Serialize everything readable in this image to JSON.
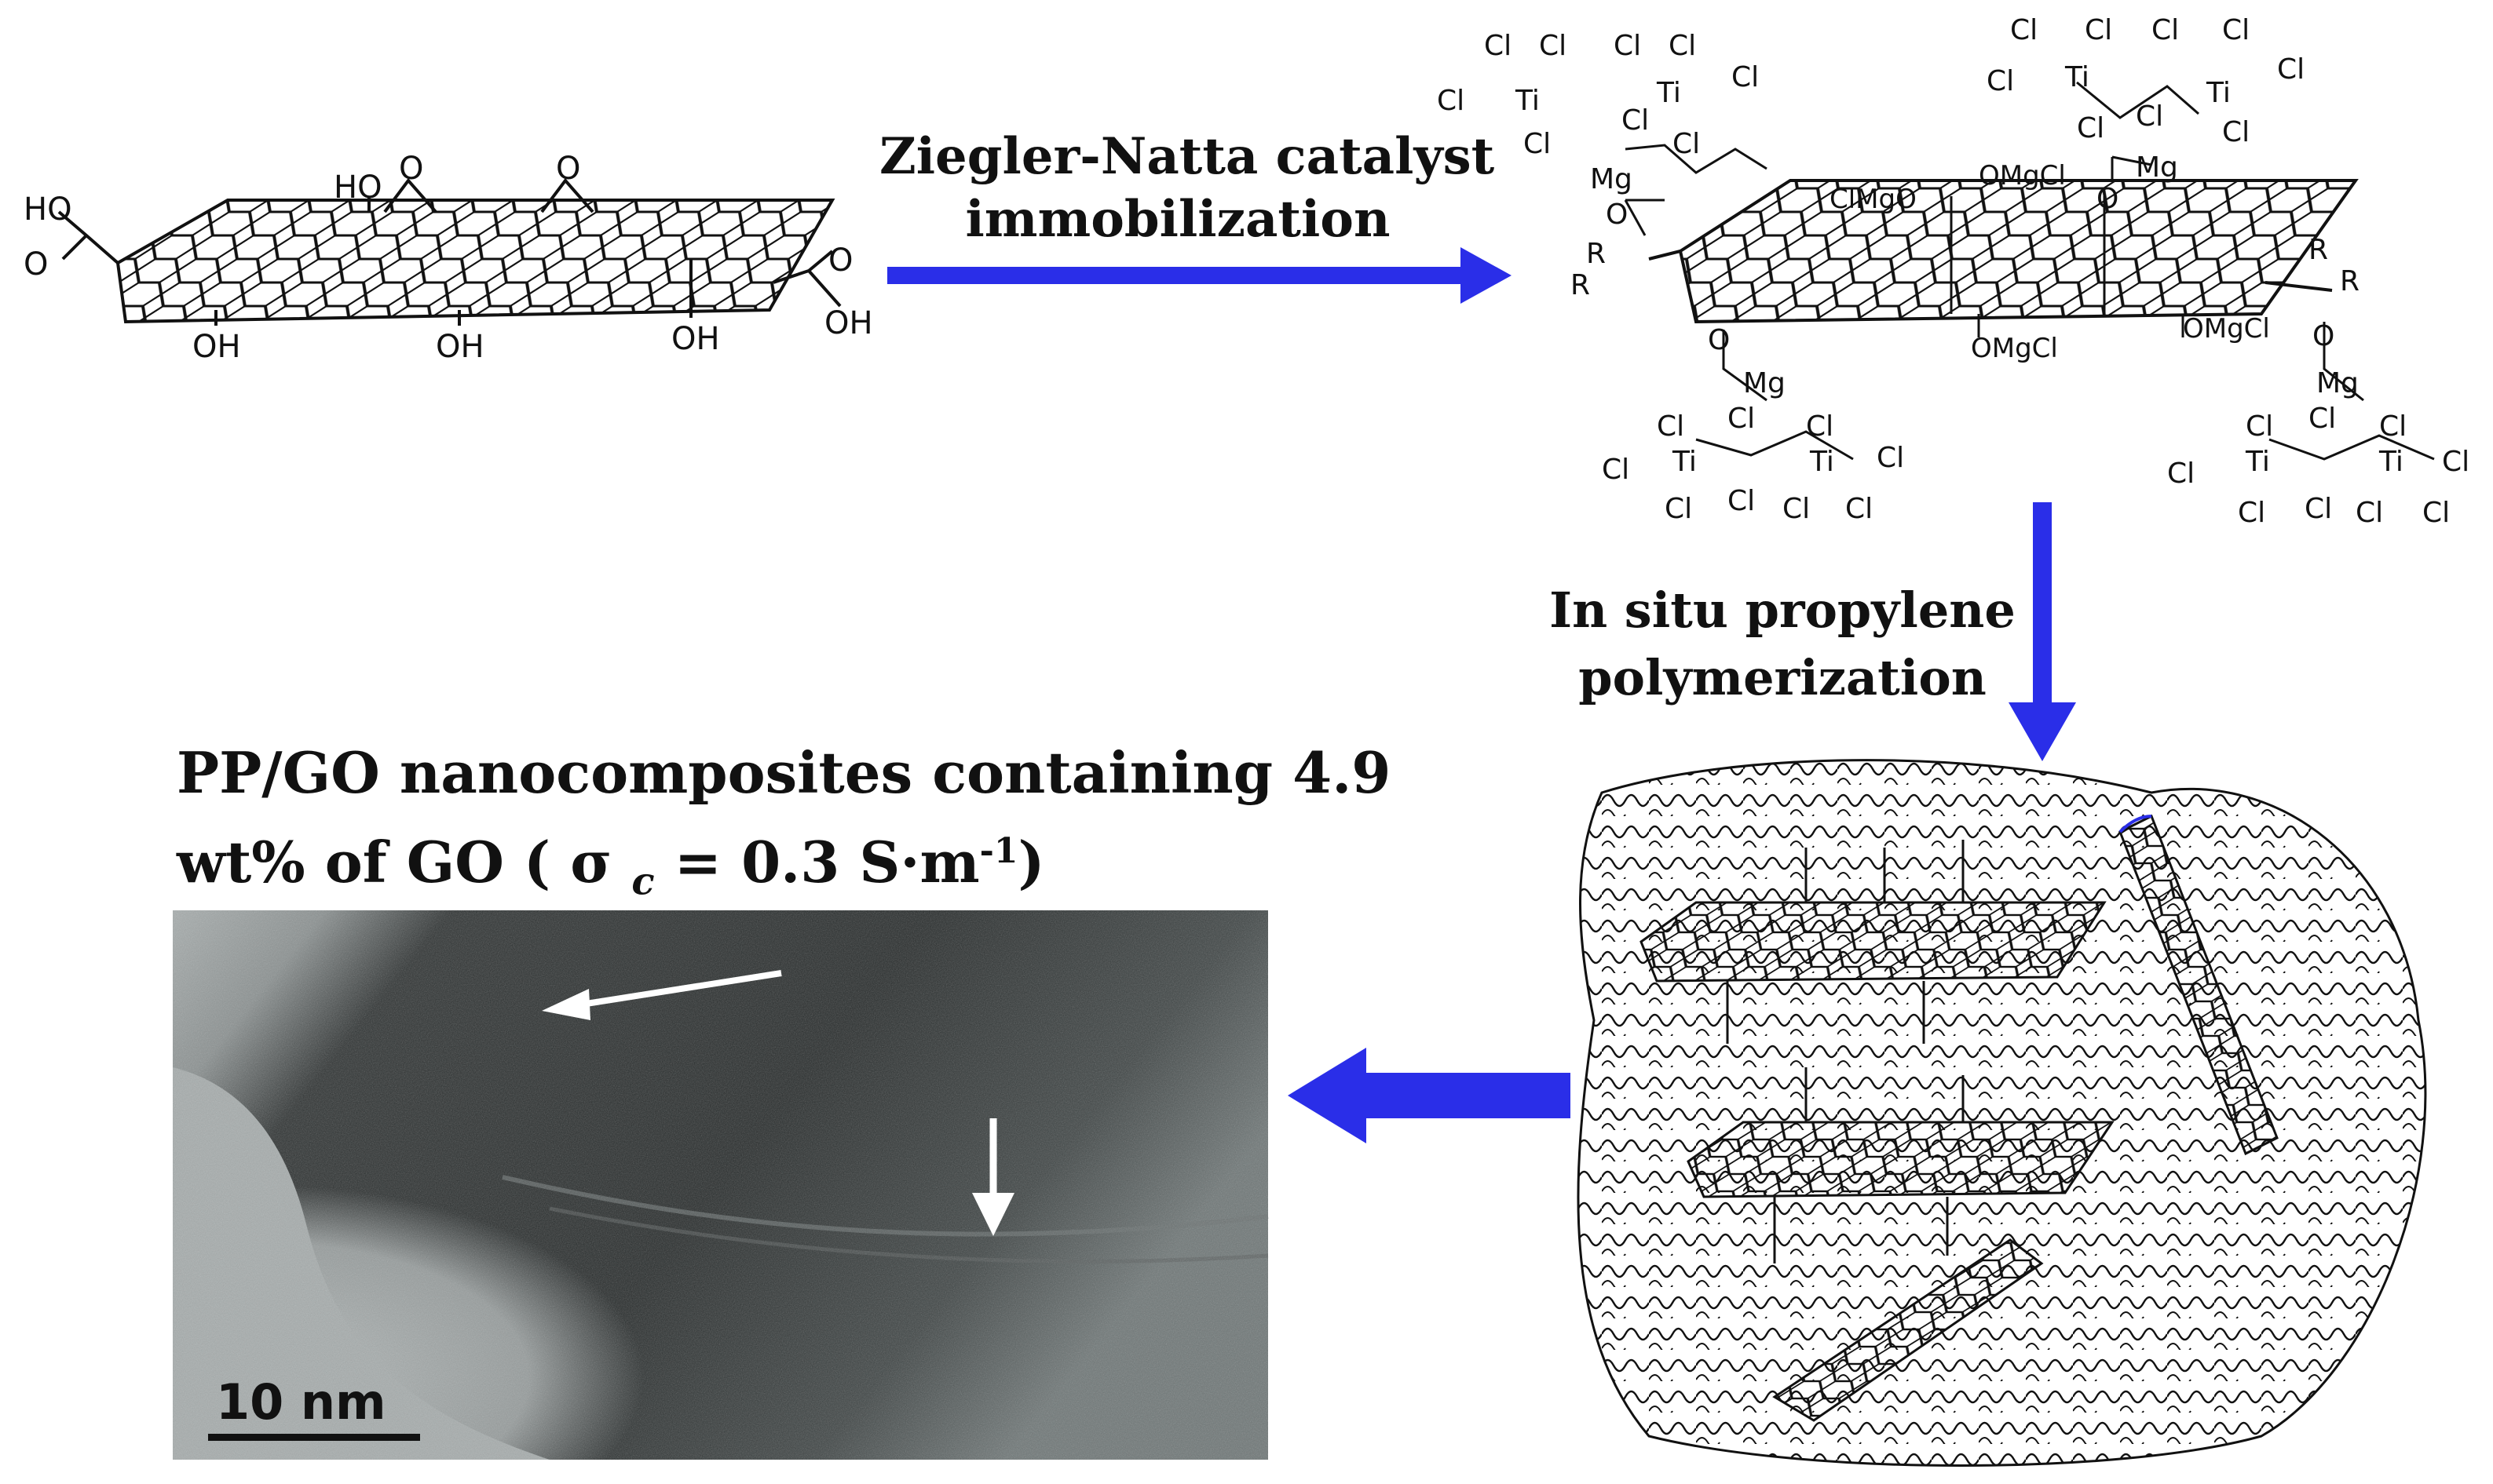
{
  "diagram": {
    "step1_line1": "Ziegler-Natta catalyst",
    "step1_line2": "immobilization",
    "step2_line1": "In situ propylene",
    "step2_line2": "polymerization",
    "result_line1": "PP/GO nanocomposites containing 4.9",
    "result_line2_prefix": "wt% of GO (",
    "result_sigma": "σ",
    "result_sub": "c",
    "result_value": " = 0.3 S·m",
    "result_exp": "-1",
    "result_close": ")",
    "scale_bar_label": "10 nm"
  },
  "chem_labels": {
    "oh": "OH",
    "ho": "HO",
    "o": "O",
    "cl": "Cl",
    "ti": "Ti",
    "mg": "Mg",
    "r": "R",
    "clmgo": "ClMgO",
    "omgcl": "OMgCl"
  },
  "colors": {
    "arrow": "#2a2ee8",
    "text": "#111111",
    "tem_dark": "#2a2e2e",
    "tem_light": "#9aa0a0"
  }
}
